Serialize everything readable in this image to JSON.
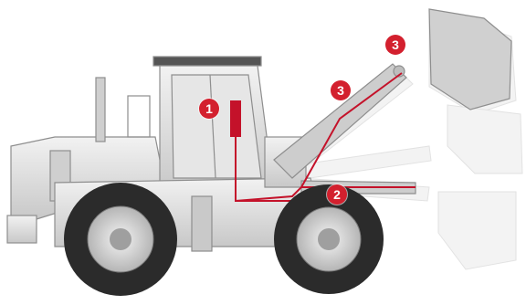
{
  "callouts": [
    {
      "id": "cab-control",
      "label": "1"
    },
    {
      "id": "lift-cylinder-lower",
      "label": "2"
    },
    {
      "id": "lift-arm-mid",
      "label": "3"
    },
    {
      "id": "bucket-top",
      "label": "3"
    }
  ],
  "colors": {
    "accent": "#d3202e",
    "body": "#dcdcdc",
    "body_dark": "#9a9a9a",
    "tire": "#2b2b2b",
    "hydraulic_line": "#c4122a"
  }
}
